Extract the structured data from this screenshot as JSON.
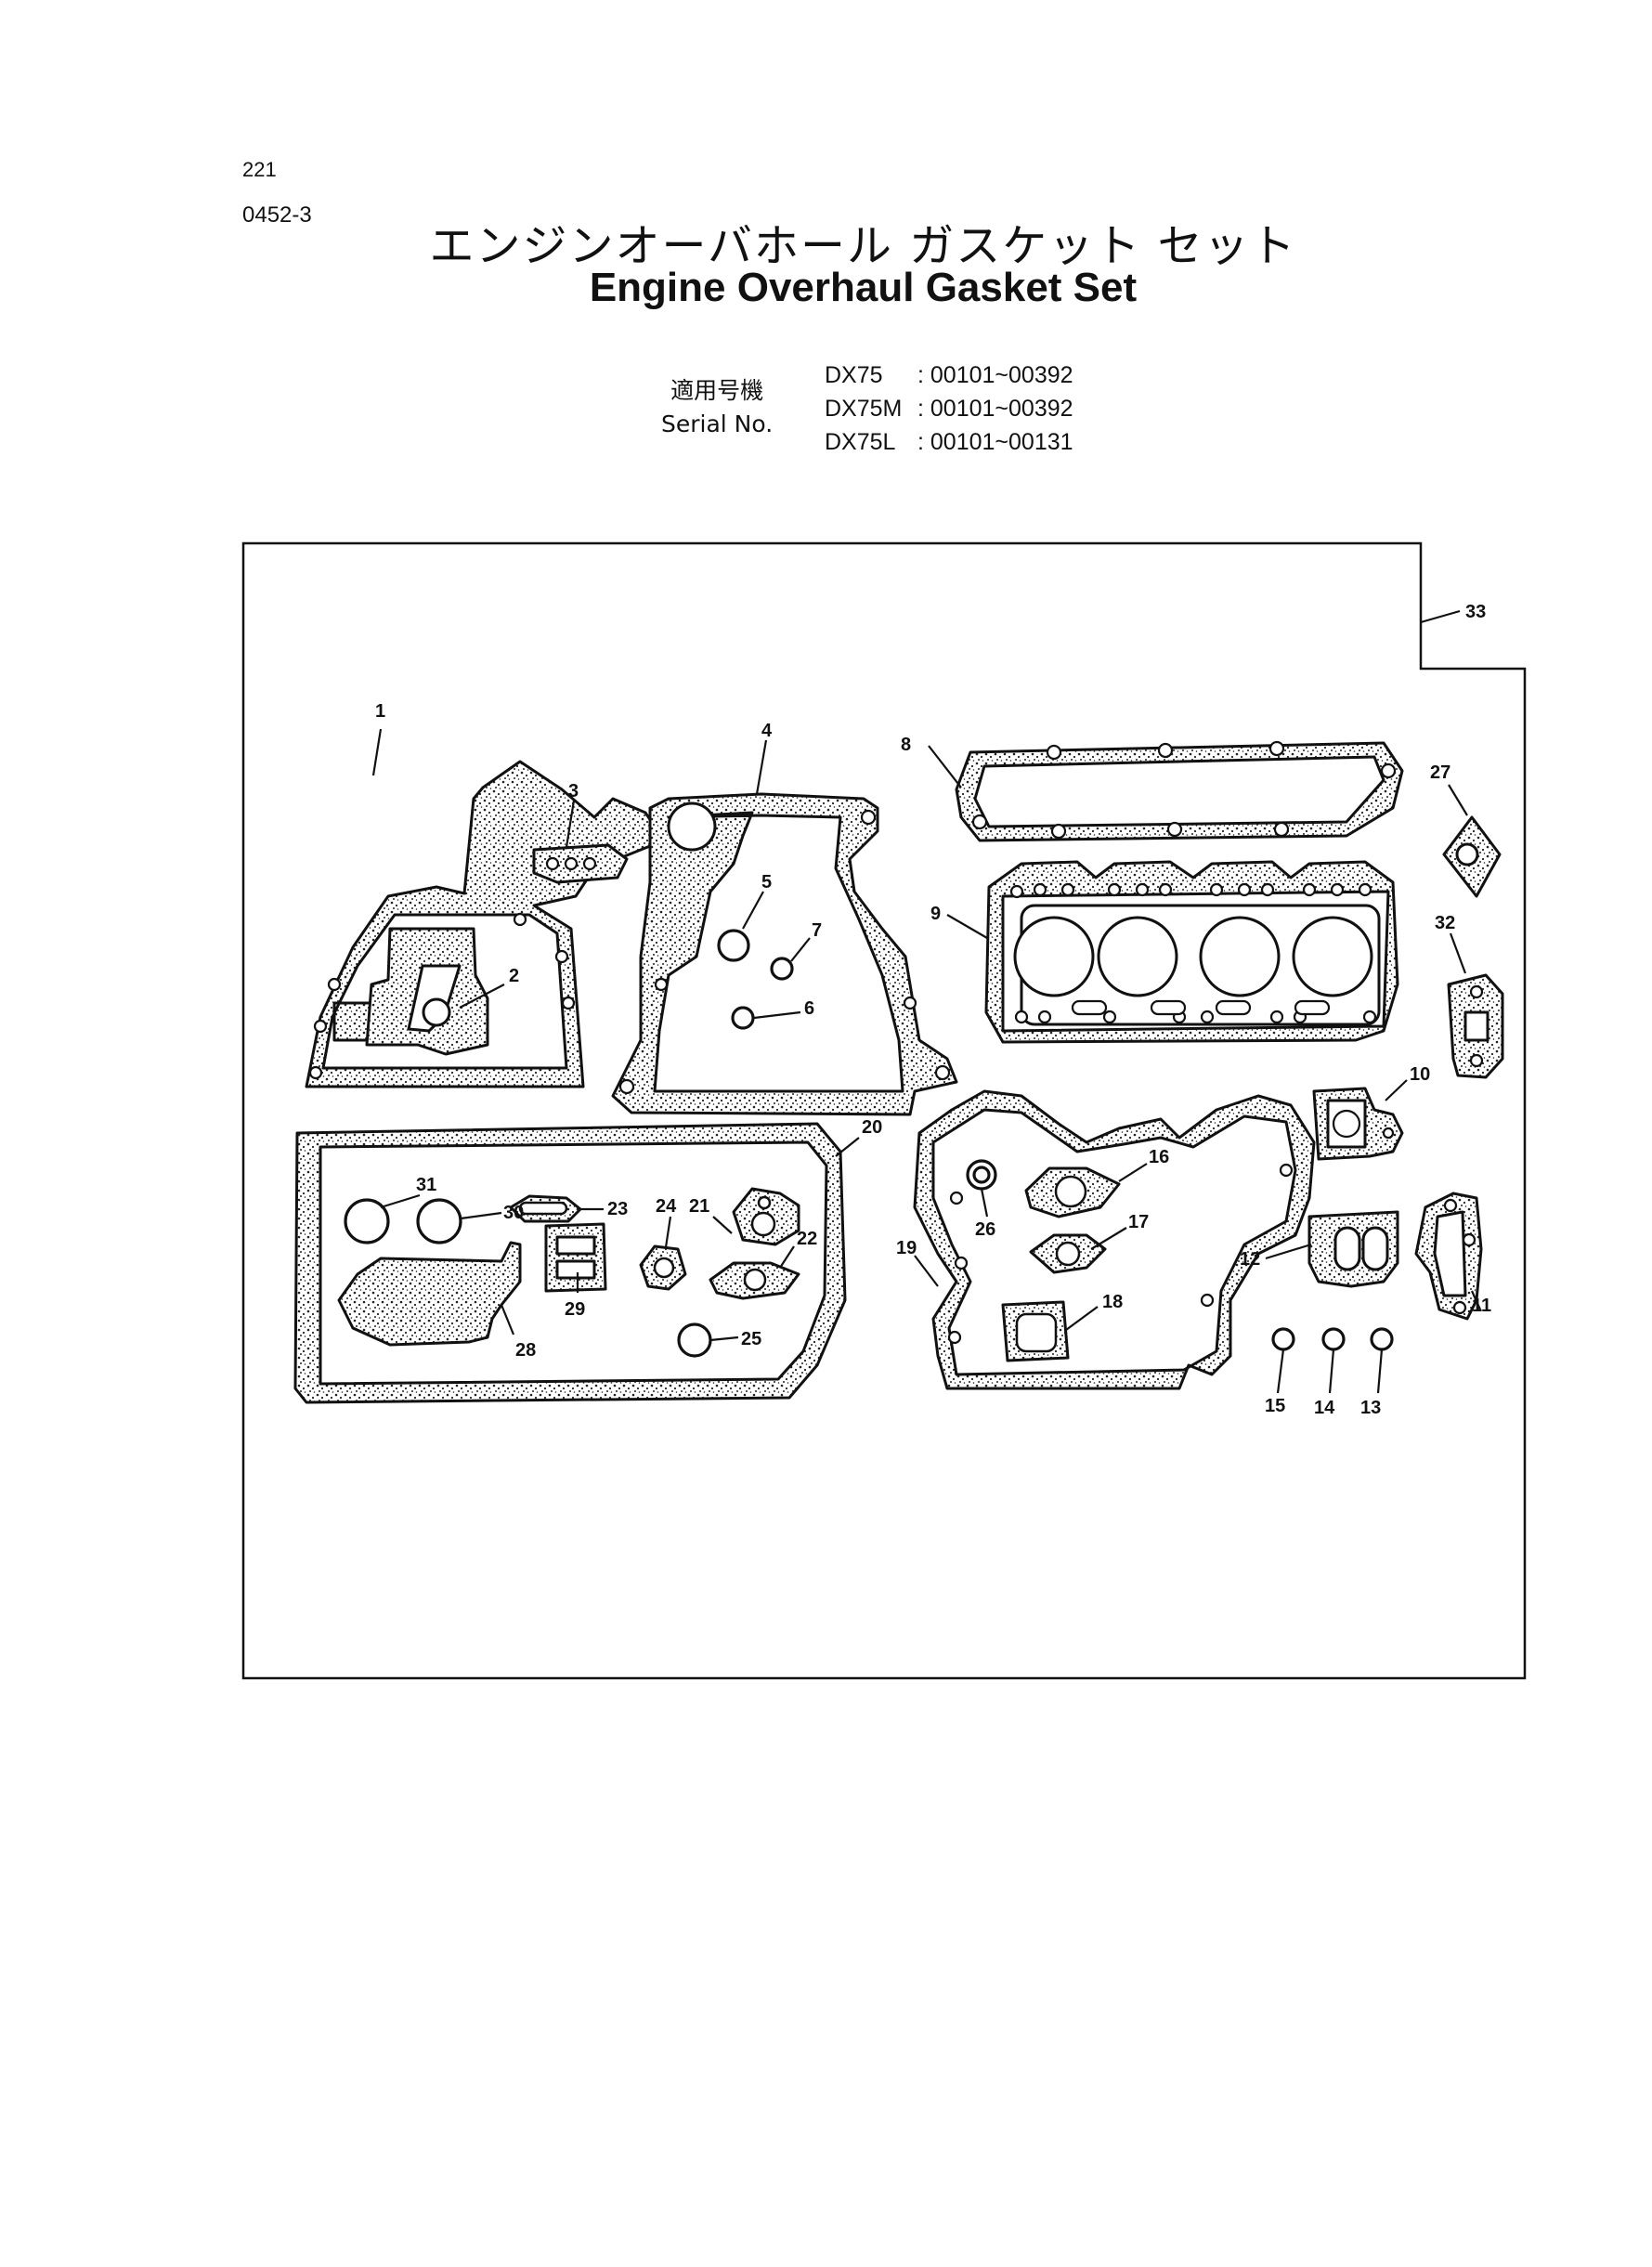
{
  "header": {
    "page_number": "221",
    "doc_code": "0452-3",
    "title_jp": "エンジンオーバホール ガスケット セット",
    "title_en": "Engine Overhaul Gasket Set"
  },
  "serial": {
    "label_jp": "適用号機",
    "label_en": "Serial No.",
    "rows": [
      {
        "model": "DX75",
        "range": ": 00101~00392"
      },
      {
        "model": "DX75M",
        "range": ": 00101~00392"
      },
      {
        "model": "DX75L",
        "range": ": 00101~00131"
      }
    ]
  },
  "diagram": {
    "callouts": [
      "1",
      "2",
      "3",
      "4",
      "5",
      "6",
      "7",
      "8",
      "9",
      "10",
      "11",
      "12",
      "13",
      "14",
      "15",
      "16",
      "17",
      "18",
      "19",
      "20",
      "21",
      "22",
      "23",
      "24",
      "25",
      "26",
      "27",
      "28",
      "29",
      "30",
      "31",
      "32",
      "33"
    ]
  }
}
